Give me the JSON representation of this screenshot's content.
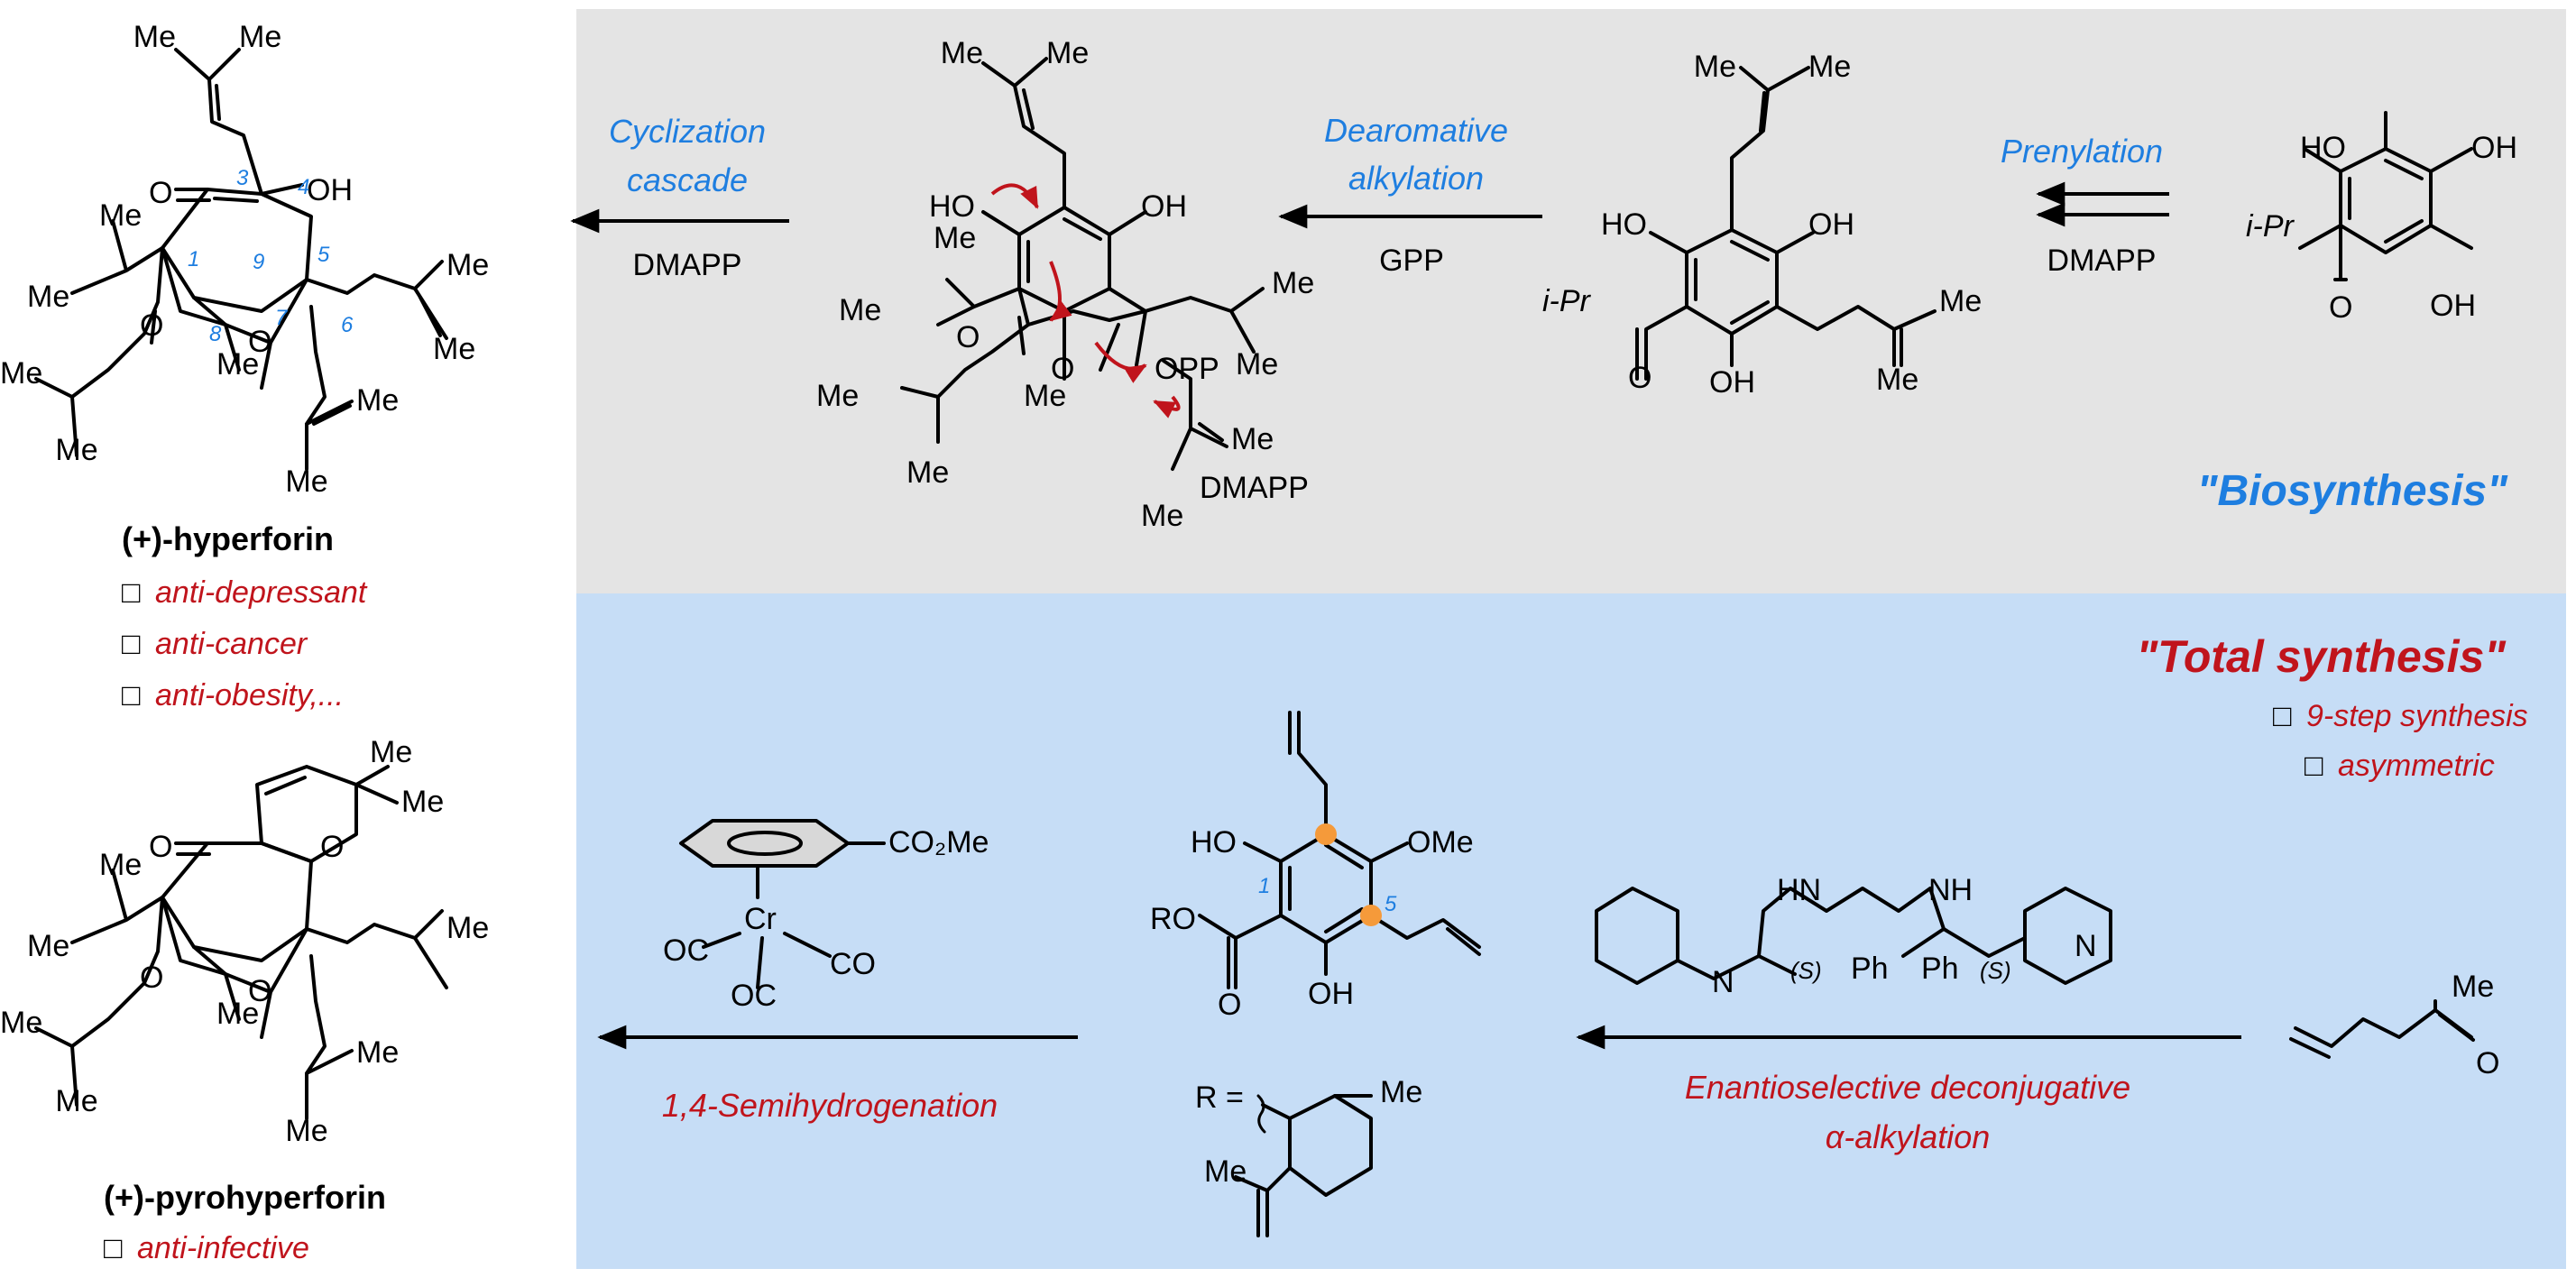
{
  "colors": {
    "biosynthesis_panel": "#e4e4e4",
    "synthesis_panel": "#c6ddf6",
    "blue_text": "#1e7ee0",
    "red_text": "#c0141c",
    "orange_dot": "#f59a3a",
    "arrow_red": "#c0141c"
  },
  "hyperforin": {
    "name": "(+)-hyperforin",
    "bullet": "□",
    "activities": [
      "anti-depressant",
      "anti-cancer",
      "anti-obesity,..."
    ],
    "atoms": {
      "me_top_left": "Me",
      "me_top_right": "Me",
      "oh": "OH",
      "o_ketone": "O",
      "me_ipr_top": "Me",
      "me_ipr_left": "Me",
      "o_acyl": "O",
      "me_prenyl_left_top": "Me",
      "me_prenyl_left_bottom": "Me",
      "me_c8": "Me",
      "o_c7": "O",
      "me_prenyl_right_top": "Me",
      "me_prenyl_right_bottom": "Me",
      "me_prenyl_c6_top": "Me",
      "me_prenyl_c6_bottom": "Me"
    },
    "numbers": [
      "3",
      "4",
      "1",
      "9",
      "5",
      "8",
      "7",
      "6"
    ]
  },
  "pyrohyperforin": {
    "name": "(+)-pyrohyperforin",
    "bullet": "□",
    "activities": [
      "anti-infective"
    ],
    "atoms": {
      "me_gem_top": "Me",
      "me_gem_right": "Me",
      "o_ring": "O",
      "o_ketone": "O",
      "me_ipr_top": "Me",
      "me_ipr_left": "Me",
      "o_acyl": "O",
      "me_prenyl_left_top": "Me",
      "me_prenyl_left_bottom": "Me",
      "me_c8": "Me",
      "o_c7": "O",
      "me_prenyl_right": "Me",
      "me_prenyl_c6_top": "Me",
      "me_prenyl_c6_bottom": "Me"
    }
  },
  "biosynthesis": {
    "title": "\"Biosynthesis\"",
    "step_prenylation": {
      "label": "Prenylation",
      "reagent": "DMAPP"
    },
    "step_dearomative": {
      "label_line1": "Dearomative",
      "label_line2": "alkylation",
      "reagent": "GPP"
    },
    "step_cyclization": {
      "label_line1": "Cyclization",
      "label_line2": "cascade",
      "reagent": "DMAPP"
    },
    "phloroglucinol": {
      "oh_top": "HO",
      "oh_right": "OH",
      "oh_bottom": "OH",
      "ipr": "i-Pr",
      "o": "O"
    },
    "prenylated": {
      "me1": "Me",
      "me2": "Me",
      "ho_left": "HO",
      "oh_right": "OH",
      "ipr": "i-Pr",
      "o": "O",
      "oh_bottom": "OH",
      "me3": "Me",
      "me4": "Me"
    },
    "intermediate": {
      "me1": "Me",
      "me2": "Me",
      "ho": "HO",
      "oh": "OH",
      "me_ipr_top": "Me",
      "me_ipr_left": "Me",
      "o_acyl": "O",
      "me_prenyl_top": "Me",
      "me_prenyl_bottom": "Me",
      "me_right_top": "Me",
      "me_right_bottom": "Me",
      "me_c8": "Me",
      "o_c7": "O",
      "opp": "OPP",
      "dmapp_me_top": "Me",
      "dmapp_me_bottom": "Me",
      "dmapp_label": "DMAPP"
    }
  },
  "total_synthesis": {
    "title": "\"Total synthesis\"",
    "bullet": "□",
    "features": [
      "9-step synthesis",
      "asymmetric"
    ],
    "step_alkylation": {
      "label_line1": "Enantioselective deconjugative",
      "label_line2": "α-alkylation"
    },
    "step_semihydrogenation": {
      "label": "1,4-Semihydrogenation"
    },
    "ketone": {
      "me": "Me",
      "o": "O"
    },
    "diamine": {
      "nh_left": "HN",
      "nh_right": "NH",
      "n_left": "N",
      "n_right": "N",
      "s_left": "(S)",
      "s_right": "(S)",
      "ph_left": "Ph",
      "ph_right": "Ph"
    },
    "ester": {
      "ho": "HO",
      "ome": "OMe",
      "ro": "RO",
      "o": "O",
      "oh": "OH",
      "num1": "1",
      "num5": "5"
    },
    "menthyl": {
      "r_eq": "R =",
      "me_top": "Me",
      "me_left": "Me"
    },
    "chromium": {
      "co2me": "CO₂Me",
      "cr": "Cr",
      "oc_left": "OC",
      "oc_bottom": "OC",
      "co_right": "CO"
    }
  }
}
